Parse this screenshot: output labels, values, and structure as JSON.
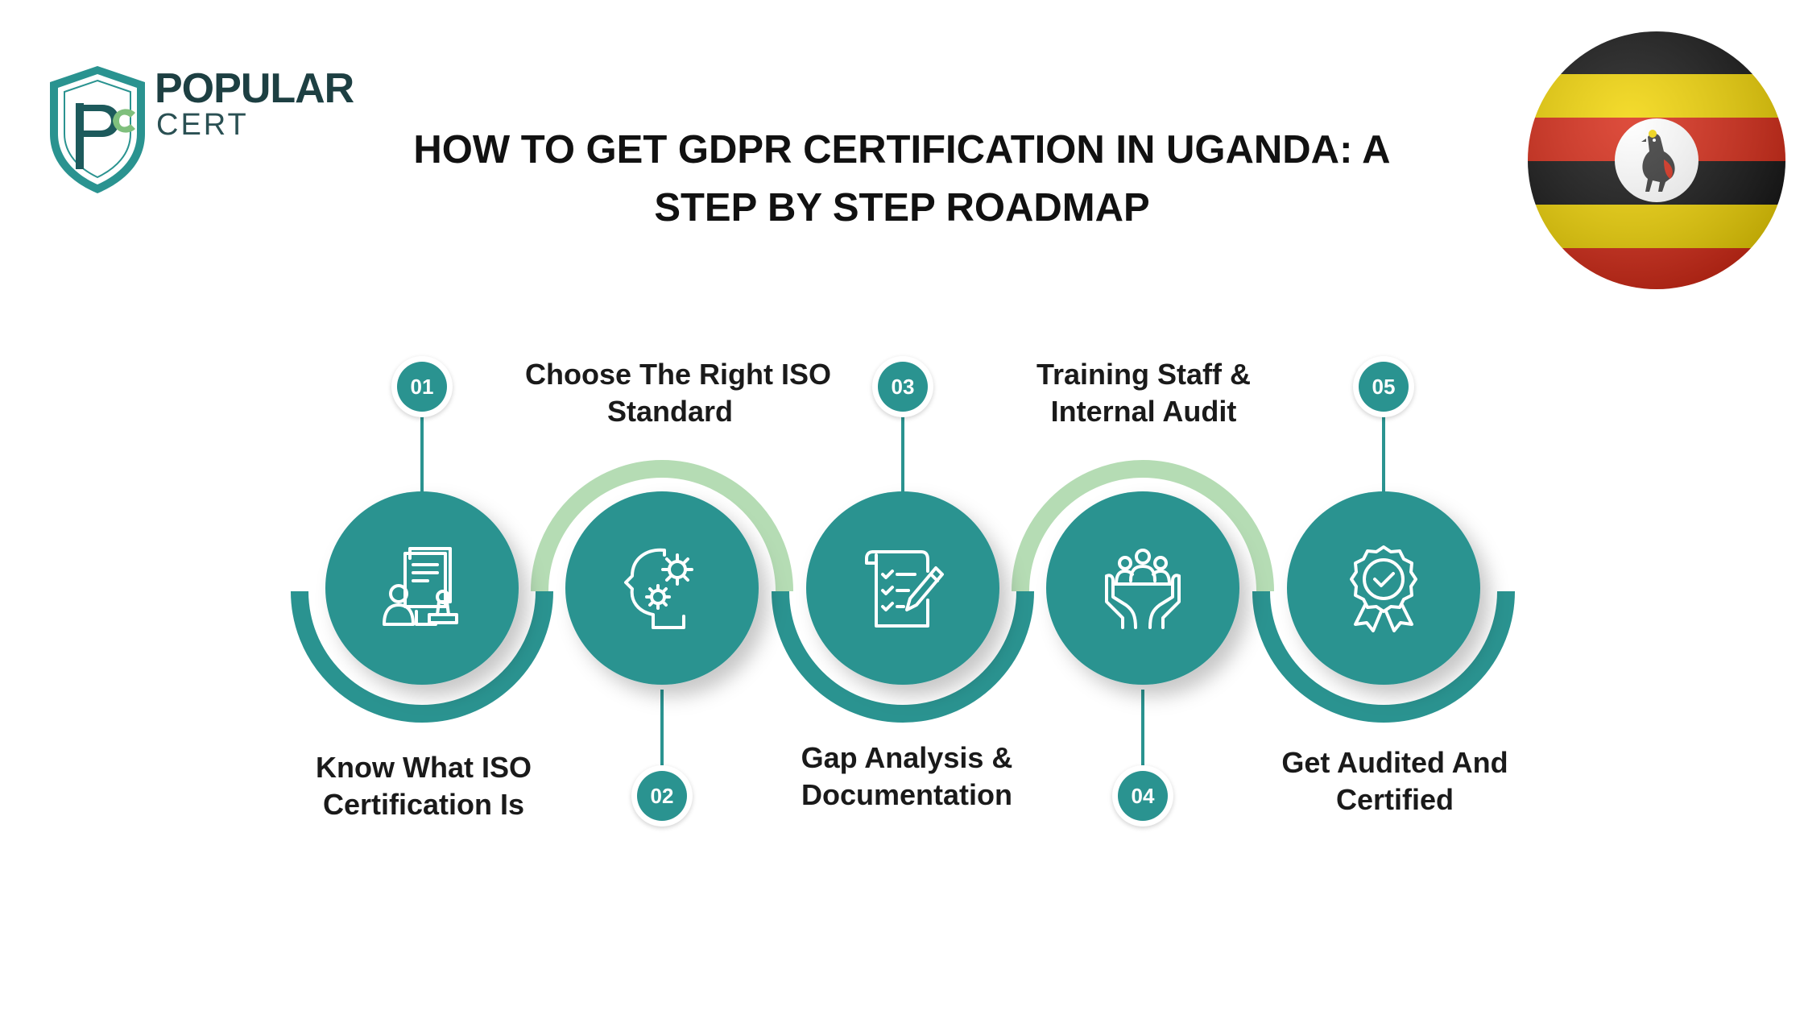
{
  "brand": {
    "line1": "POPULAR",
    "line2": "CERT",
    "monogram": "PC"
  },
  "title": {
    "line1": "HOW TO GET GDPR CERTIFICATION IN UGANDA: A",
    "line2": "STEP BY STEP ROADMAP"
  },
  "colors": {
    "teal": "#2a9390",
    "teal_dark": "#207a77",
    "light_green": "#b5dcb4",
    "text": "#111111"
  },
  "steps": [
    {
      "number": "01",
      "label1": "Know What ISO",
      "label2": "Certification Is",
      "icon": "documents-person-stamp-icon"
    },
    {
      "number": "02",
      "label1": "Choose The Right ISO",
      "label2": "Standard",
      "icon": "head-gears-icon"
    },
    {
      "number": "03",
      "label1": "Gap Analysis &",
      "label2": "Documentation",
      "icon": "checklist-pen-icon"
    },
    {
      "number": "04",
      "label1": "Training Staff &",
      "label2": "Internal Audit",
      "icon": "hands-team-icon"
    },
    {
      "number": "05",
      "label1": "Get Audited And",
      "label2": "Certified",
      "icon": "award-badge-icon"
    }
  ],
  "flag": {
    "icon": "uganda-flag-icon"
  }
}
